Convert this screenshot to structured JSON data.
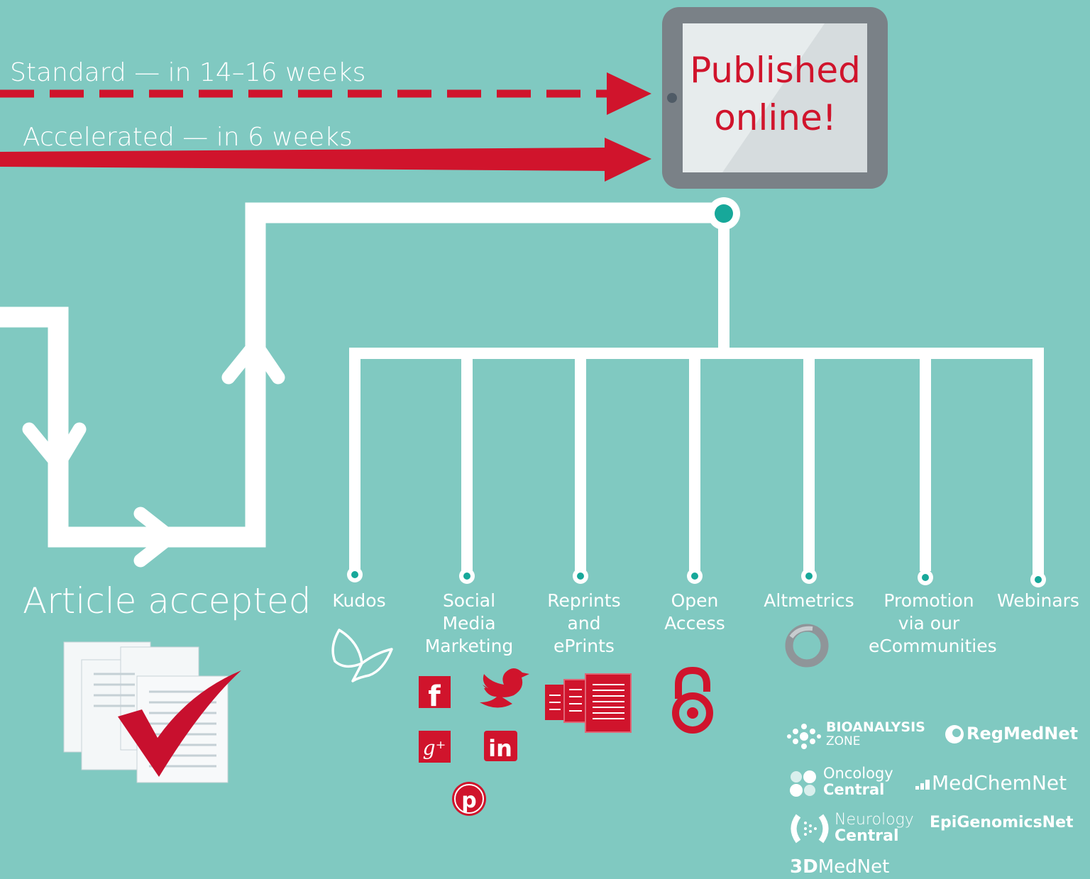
{
  "routes": {
    "standard": "Standard — in 14–16 weeks",
    "accelerated": "Accelerated — in 6 weeks"
  },
  "published": {
    "line1": "Published",
    "line2": "online!"
  },
  "accepted_label": "Article accepted",
  "branches": [
    {
      "lines": [
        "Kudos"
      ],
      "icon": "butterfly-icon"
    },
    {
      "lines": [
        "Social",
        "Media",
        "Marketing"
      ],
      "icon": "social-media-icons"
    },
    {
      "lines": [
        "Reprints",
        "and",
        "ePrints"
      ],
      "icon": "documents-icon"
    },
    {
      "lines": [
        "Open",
        "Access"
      ],
      "icon": "open-access-lock-icon"
    },
    {
      "lines": [
        "Altmetrics"
      ],
      "icon": "altmetric-ring-icon"
    },
    {
      "lines": [
        "Promotion",
        "via our",
        "eCommunities"
      ],
      "icon": null
    },
    {
      "lines": [
        "Webinars"
      ],
      "icon": null
    }
  ],
  "ecommunities": {
    "bioanalysis": {
      "name": "BIOANALYSIS",
      "sub": "ZONE"
    },
    "regmednet": "RegMedNet",
    "oncology": {
      "line1": "Oncology",
      "line2": "Central"
    },
    "medchemnet": "MedChemNet",
    "neurology": {
      "line1": "Neurology",
      "line2": "Central"
    },
    "epigenomicsnet": "EpiGenomicsNet",
    "mednet3d": {
      "prefix": "3D",
      "name": "MedNet"
    }
  },
  "colors": {
    "background": "#80c9c1",
    "accent_red": "#d0142c",
    "teal_dot": "#17a89a",
    "white": "#ffffff"
  }
}
